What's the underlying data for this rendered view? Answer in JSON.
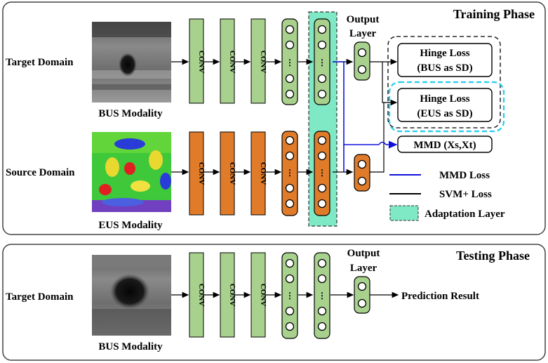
{
  "training": {
    "title": "Training Phase",
    "target_domain": "Target Domain",
    "bus_modality": "BUS Modality",
    "source_domain": "Source Domain",
    "eus_modality": "EUS Modality",
    "conv_label": "CONV",
    "output_layer_line1": "Output",
    "output_layer_line2": "Layer",
    "hinge_bus_line1": "Hinge Loss",
    "hinge_bus_line2": "(BUS as SD)",
    "hinge_eus_line1": "Hinge Loss",
    "hinge_eus_line2": "(EUS as SD)",
    "mmd_box": "MMD (Xs,Xt)",
    "legend": {
      "mmd_loss": "MMD Loss",
      "svm_loss": "SVM+ Loss",
      "adaptation_layer": "Adaptation Layer"
    }
  },
  "testing": {
    "title": "Testing Phase",
    "target_domain": "Target Domain",
    "bus_modality": "BUS Modality",
    "conv_label": "CONV",
    "output_layer_line1": "Output",
    "output_layer_line2": "Layer",
    "prediction": "Prediction Result"
  },
  "fc_dots": "⋮",
  "colors": {
    "green_block": "#a9d18e",
    "orange_block": "#e07b2a",
    "adaptation_fill": "#7fe8c4",
    "cyan_dashed": "#22ccee",
    "mmd_line": "#1010dd",
    "svm_line": "#000000"
  },
  "icons": [
    "ultrasound-image",
    "elastography-heatmap"
  ]
}
